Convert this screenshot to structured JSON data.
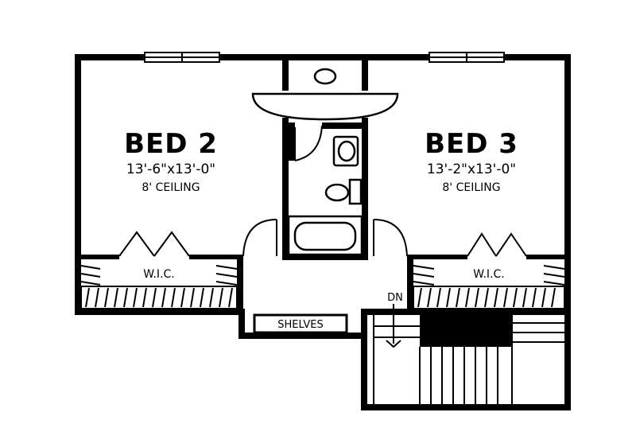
{
  "rooms": {
    "bed2": {
      "name": "BED 2",
      "dims": "13'-6\"x13'-0\"",
      "ceiling": "8' CEILING"
    },
    "bed3": {
      "name": "BED 3",
      "dims": "13'-2\"x13'-0\"",
      "ceiling": "8' CEILING"
    }
  },
  "closets": {
    "left": "W.I.C.",
    "right": "W.I.C."
  },
  "shelves": "SHELVES",
  "stairs": {
    "direction": "DN"
  },
  "colors": {
    "ink": "#000000",
    "paper": "#ffffff"
  }
}
